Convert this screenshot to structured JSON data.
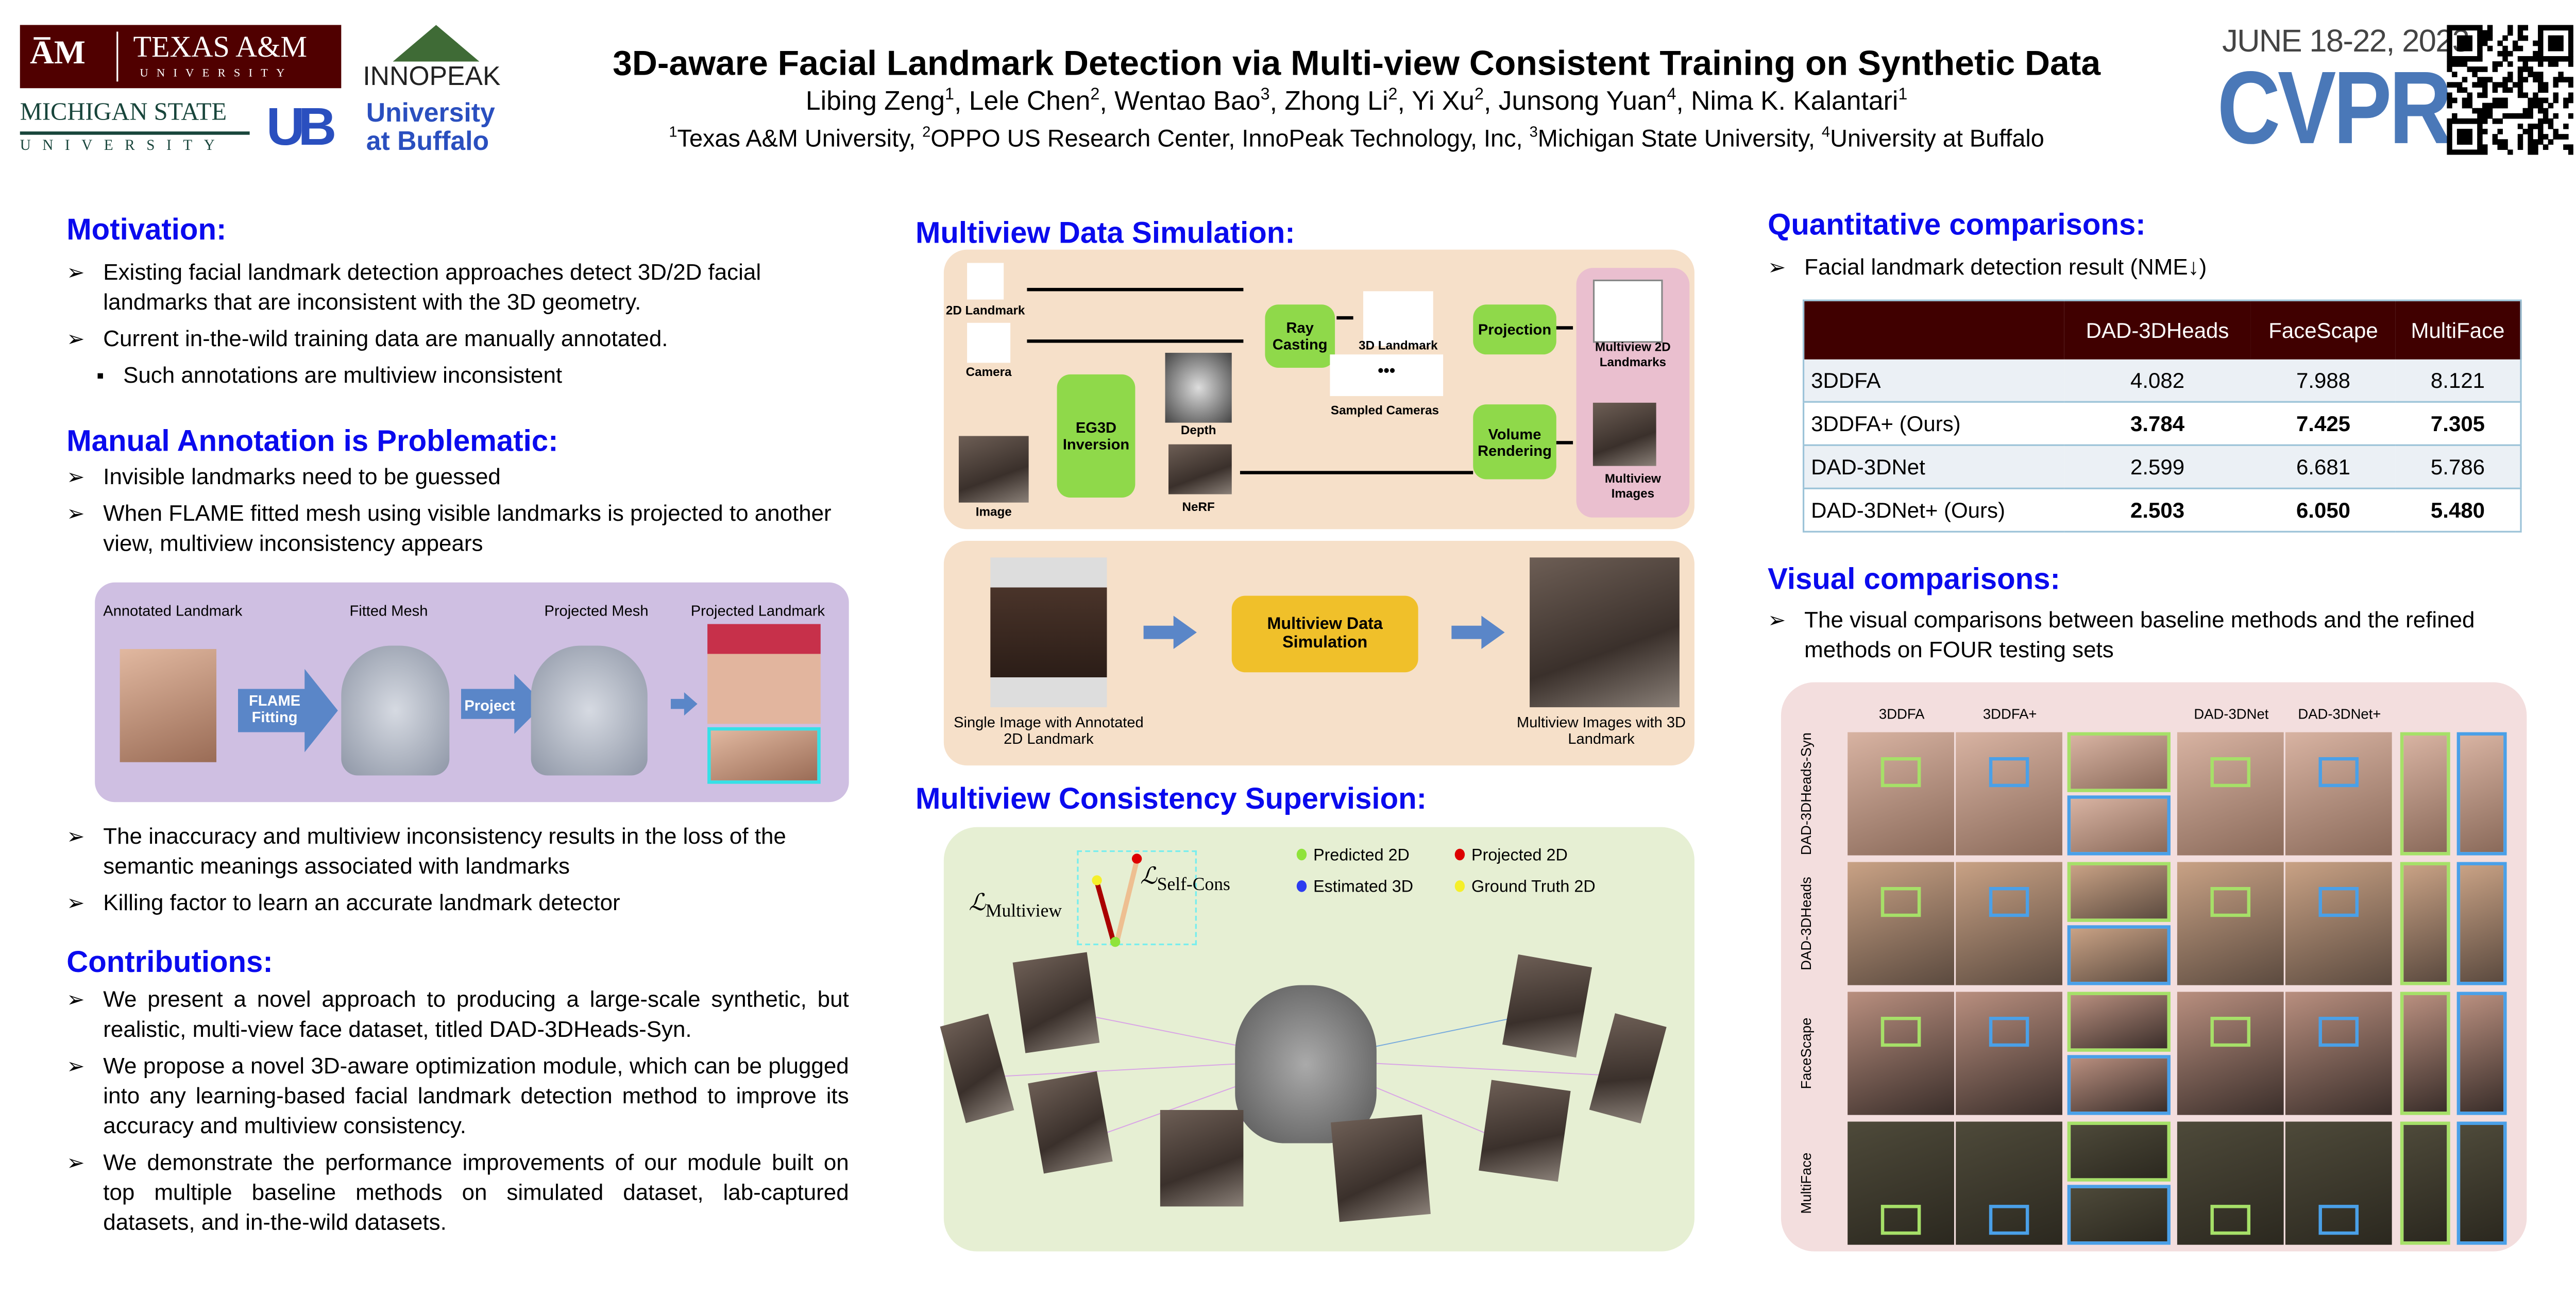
{
  "header": {
    "title": "3D-aware Facial Landmark Detection via Multi-view Consistent Training on Synthetic Data",
    "authors": [
      {
        "name": "Libing Zeng",
        "sup": "1"
      },
      {
        "name": "Lele Chen",
        "sup": "2"
      },
      {
        "name": "Wentao Bao",
        "sup": "3"
      },
      {
        "name": "Zhong Li",
        "sup": "2"
      },
      {
        "name": "Yi Xu",
        "sup": "2"
      },
      {
        "name": "Junsong Yuan",
        "sup": "4"
      },
      {
        "name": "Nima K. Kalantari",
        "sup": "1"
      }
    ],
    "affiliations": [
      {
        "sup": "1",
        "name": "Texas A&M University, "
      },
      {
        "sup": "2",
        "name": "OPPO US Research Center, InnoPeak Technology, Inc, "
      },
      {
        "sup": "3",
        "name": "Michigan State University, "
      },
      {
        "sup": "4",
        "name": "University at Buffalo"
      }
    ],
    "logos": {
      "tamu_top": "TEXAS A&M",
      "tamu_bottom": "UNIVERSITY",
      "innopeak": "INNOPEAK",
      "msu_top": "MICHIGAN STATE",
      "msu_bottom": "UNIVERSITY",
      "ub_1": "University",
      "ub_2": "at Buffalo"
    },
    "conference_date": "JUNE 18-22, 2023",
    "conference": "CVPR",
    "colors": {
      "tamu": "#500000",
      "innopeak": "#3f6b36",
      "msu": "#18453b",
      "ub": "#005bbb",
      "cvpr": "#4a78b8"
    }
  },
  "motivation": {
    "heading": "Motivation:",
    "bullets": [
      "Existing facial landmark detection approaches detect 3D/2D facial landmarks that are inconsistent with the 3D geometry.",
      "Current in-the-wild training data are manually annotated."
    ],
    "sub_bullets": [
      "Such annotations are multiview inconsistent"
    ]
  },
  "manual": {
    "heading": "Manual Annotation is Problematic:",
    "bullets": [
      "Invisible landmarks need to be guessed",
      "When FLAME fitted mesh using visible landmarks is projected to another view, multiview inconsistency appears"
    ],
    "figure": {
      "labels": [
        "Annotated Landmark",
        "Fitted Mesh",
        "Projected Mesh",
        "Projected Landmark"
      ],
      "arrow1": "FLAME Fitting",
      "arrow2": "Project"
    },
    "bullets2": [
      "The inaccuracy and multiview inconsistency results in the loss of the semantic meanings associated with landmarks",
      "Killing factor to learn an accurate landmark detector"
    ]
  },
  "contributions": {
    "heading": "Contributions:",
    "bullets": [
      "We present a novel approach to producing a large-scale synthetic, but realistic, multi-view face dataset, titled DAD-3DHeads-Syn.",
      "We propose a novel 3D-aware optimization module, which can be plugged into any learning-based facial landmark detection method to improve its accuracy and multiview consistency.",
      "We demonstrate the performance improvements of our module built on top multiple baseline methods on simulated dataset, lab-captured datasets, and in-the-wild datasets."
    ]
  },
  "simulation": {
    "heading": "Multiview Data Simulation:",
    "diagram": {
      "landmark2d": "2D Landmark",
      "camera": "Camera",
      "image": "Image",
      "eg3d": "EG3D Inversion",
      "depth": "Depth",
      "nerf": "NeRF",
      "ray": "Ray Casting",
      "landmark3d": "3D Landmark",
      "sampled": "Sampled Cameras",
      "projection": "Projection",
      "volume": "Volume Rendering",
      "mv2d": "Multiview 2D Landmarks",
      "mvimg": "Multiview Images",
      "dots": "•••"
    },
    "summary": {
      "left": "Single Image with Annotated 2D Landmark",
      "center": "Multiview Data Simulation",
      "right": "Multiview Images with 3D Landmark"
    }
  },
  "consistency": {
    "heading": "Multiview Consistency Supervision:",
    "loss_multiview": "Multiview",
    "loss_selfcons": "Self-Cons",
    "loss_symbol": "ℒ",
    "legend": [
      {
        "label": "Predicted 2D",
        "color": "#8fe33a"
      },
      {
        "label": "Projected 2D",
        "color": "#dd0000"
      },
      {
        "label": "Estimated 3D",
        "color": "#2c3cf0"
      },
      {
        "label": "Ground Truth 2D",
        "color": "#f5ef2a"
      }
    ]
  },
  "quantitative": {
    "heading": "Quantitative comparisons:",
    "bullet": "Facial landmark detection result (NME↓)",
    "table": {
      "columns": [
        "",
        "DAD-3DHeads",
        "FaceScape",
        "MultiFace"
      ],
      "rows": [
        {
          "method": "3DDFA",
          "values": [
            "4.082",
            "7.988",
            "8.121"
          ],
          "bold": false
        },
        {
          "method": "3DDFA+ (Ours)",
          "values": [
            "3.784",
            "7.425",
            "7.305"
          ],
          "bold": true
        },
        {
          "method": "DAD-3DNet",
          "values": [
            "2.599",
            "6.681",
            "5.786"
          ],
          "bold": false
        },
        {
          "method": "DAD-3DNet+ (Ours)",
          "values": [
            "2.503",
            "6.050",
            "5.480"
          ],
          "bold": true
        }
      ],
      "header_color": "#400000"
    }
  },
  "visual": {
    "heading": "Visual comparisons:",
    "bullet": "The visual comparisons between baseline methods and the refined methods on FOUR testing sets",
    "columns": [
      "3DDFA",
      "3DDFA+",
      "DAD-3DNet",
      "DAD-3DNet+"
    ],
    "rows": [
      "DAD-3DHeads-Syn",
      "DAD-3DHeads",
      "FaceScape",
      "MultiFace"
    ]
  }
}
